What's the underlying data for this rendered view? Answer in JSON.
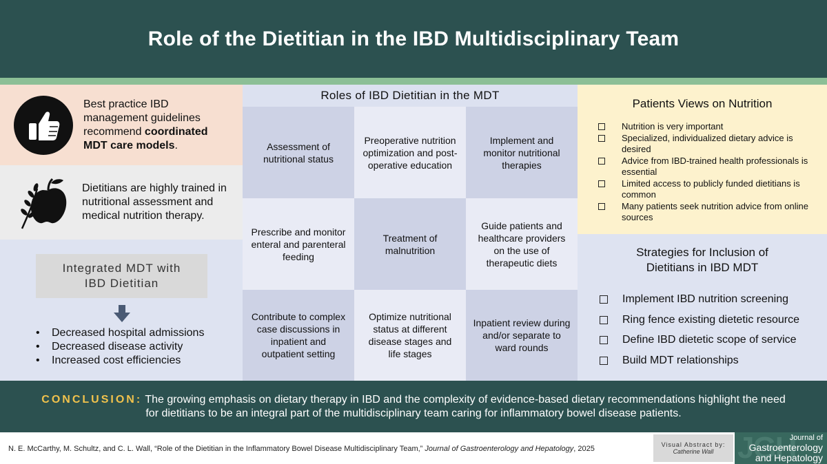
{
  "header": {
    "title": "Role of the Dietitian in the IBD Multidisciplinary Team"
  },
  "left": {
    "guideline": {
      "text": "Best practice IBD management guidelines recommend ",
      "bold": "coordinated MDT care models",
      "suffix": "."
    },
    "training": {
      "text": "Dietitians are highly trained in nutritional assessment and medical nutrition therapy."
    },
    "mdt_box": {
      "line1": "Integrated MDT with",
      "line2": "IBD Dietitian"
    },
    "outcomes": [
      "Decreased hospital admissions",
      "Decreased disease activity",
      "Increased cost efficiencies"
    ]
  },
  "middle": {
    "title": "Roles of IBD Dietitian in the MDT",
    "cells": [
      "Assessment of nutritional status",
      "Preoperative nutrition optimization and post-operative education",
      "Implement and monitor nutritional therapies",
      "Prescribe and monitor enteral and parenteral feeding",
      "Treatment of malnutrition",
      "Guide patients and healthcare providers on the use of therapeutic diets",
      "Contribute to complex case discussions in inpatient and outpatient setting",
      "Optimize nutritional status at different disease stages and life stages",
      "Inpatient review during and/or separate to ward rounds"
    ]
  },
  "right": {
    "patients_views": {
      "title": "Patients Views on Nutrition",
      "items": [
        "Nutrition is very important",
        "Specialized, individualized dietary advice is desired",
        "Advice from IBD-trained health professionals is essential",
        "Limited access to publicly funded dietitians is common",
        "Many patients seek nutrition advice from online sources"
      ]
    },
    "strategies": {
      "title_line1": "Strategies for Inclusion of",
      "title_line2": "Dietitians in IBD MDT",
      "items": [
        "Implement IBD nutrition screening",
        "Ring fence existing dietetic resource",
        "Define IBD dietetic scope of service",
        "Build MDT relationships"
      ]
    }
  },
  "conclusion": {
    "label": "CONCLUSION:",
    "text": " The growing emphasis on dietary therapy in IBD and the complexity of evidence-based dietary recommendations highlight the need for dietitians to be an integral part of the multidisciplinary team caring for inflammatory bowel disease patients."
  },
  "footer": {
    "citation_main": "N. E. McCarthy, M. Schultz, and C. L. Wall, “Role of the Dietitian in the Inflammatory Bowel Disease Multidisciplinary Team,” ",
    "citation_journal": "Journal of Gastroenterology and Hepatology",
    "citation_year": ", 2025",
    "visual_abstract_label": "Visual Abstract by:",
    "visual_abstract_name": "Catherine Wall",
    "journal_logo": {
      "letters": "JGH",
      "line1": "Journal of",
      "line2": "Gastroenterology",
      "line3": "and Hepatology"
    }
  },
  "colors": {
    "header_bg": "#2c5150",
    "accent_green": "#8cbf96",
    "conclusion_label": "#f1c24c",
    "peach": "#f7dfd1",
    "cream": "#fdf2cd",
    "lavender": "#dee3f1"
  },
  "icons": {
    "guideline": "thumbs-up-icon",
    "training": "apple-wheat-icon",
    "arrow": "arrow-down-icon",
    "checkbox": "checkbox-icon"
  }
}
